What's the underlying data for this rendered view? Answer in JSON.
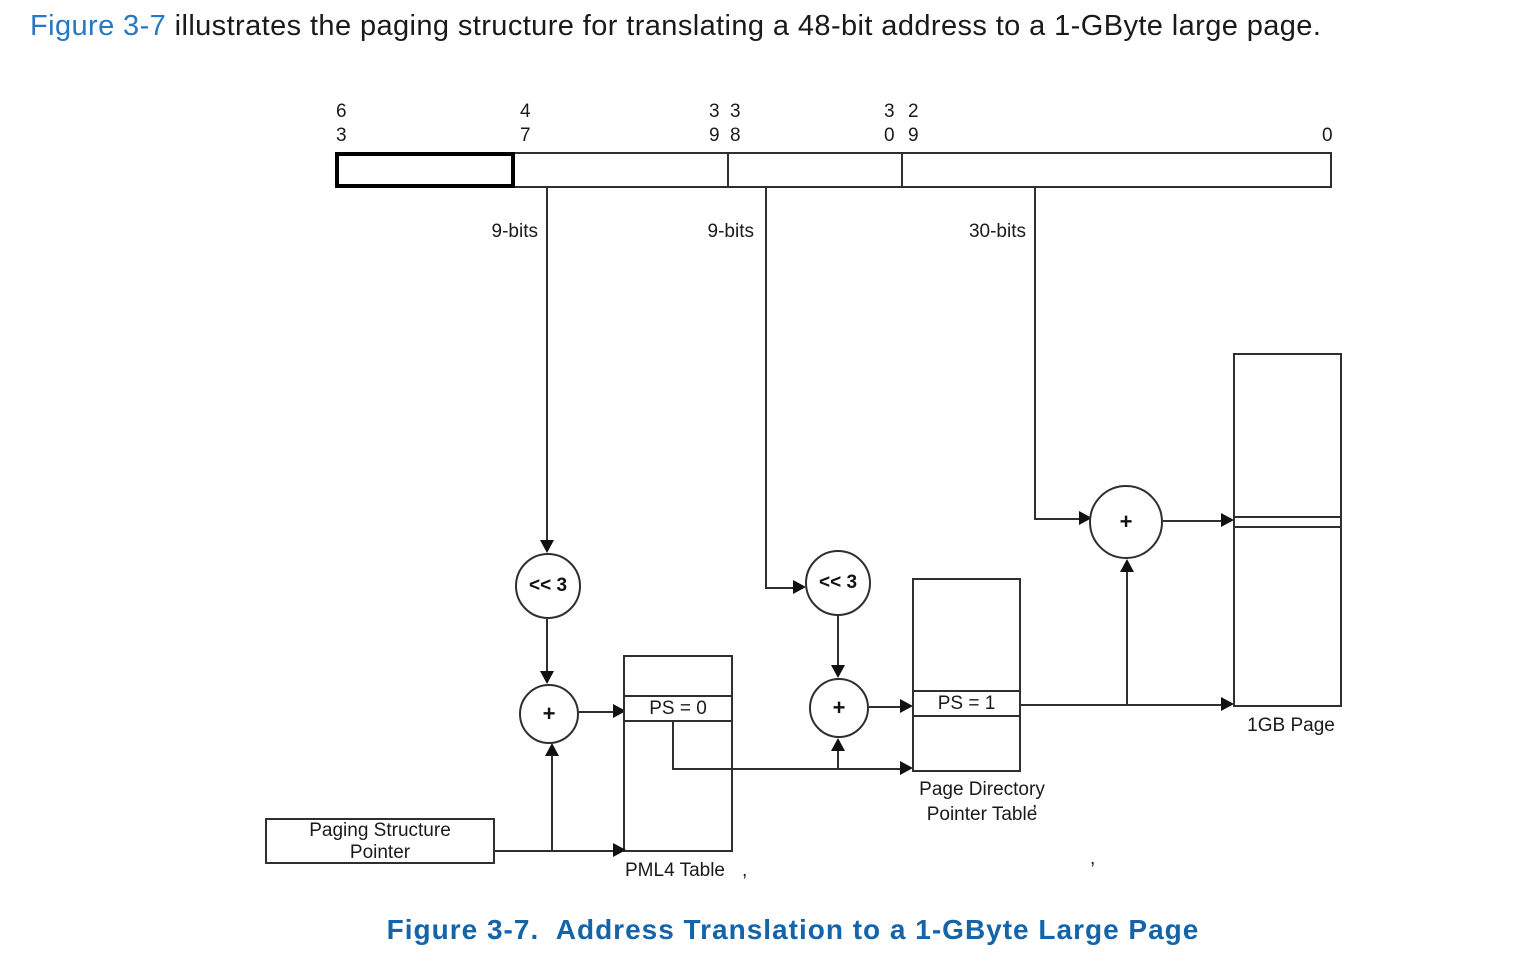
{
  "page": {
    "intro_link": "Figure 3-7",
    "intro_rest": " illustrates the paging structure for translating a 48-bit address to a 1-GByte large page.",
    "figure_caption": "Figure 3-7.  Address Translation to a 1-GByte Large Page"
  },
  "colors": {
    "link_blue": "#2478c6",
    "caption_blue": "#1464a9",
    "line_ink": "#2f2f2f",
    "text_ink": "#1a1a1a"
  },
  "bit_field": {
    "labels": {
      "b63_top": "6",
      "b63_bottom": "3",
      "b47_top": "4",
      "b47_bottom": "7",
      "b39_top": "3",
      "b39_bottom": "9",
      "b38_top": "3",
      "b38_bottom": "8",
      "b30_top": "3",
      "b30_bottom": "0",
      "b29_top": "2",
      "b29_bottom": "9",
      "b0": "0"
    },
    "width_labels": [
      "9-bits",
      "9-bits",
      "30-bits"
    ]
  },
  "operators": {
    "shift_left": "<< 3",
    "add": "+"
  },
  "pml4": {
    "entry": "PS = 0",
    "caption": "PML4 Table"
  },
  "pdpt": {
    "entry": "PS = 1",
    "caption_line1": "Page Directory",
    "caption_line2": "Pointer Table"
  },
  "gb_page": {
    "caption": "1GB Page"
  },
  "psp": {
    "line1": "Paging Structure",
    "line2": "Pointer"
  },
  "artifacts": {
    "comma1": ",",
    "comma2": ",",
    "comma3": ","
  }
}
